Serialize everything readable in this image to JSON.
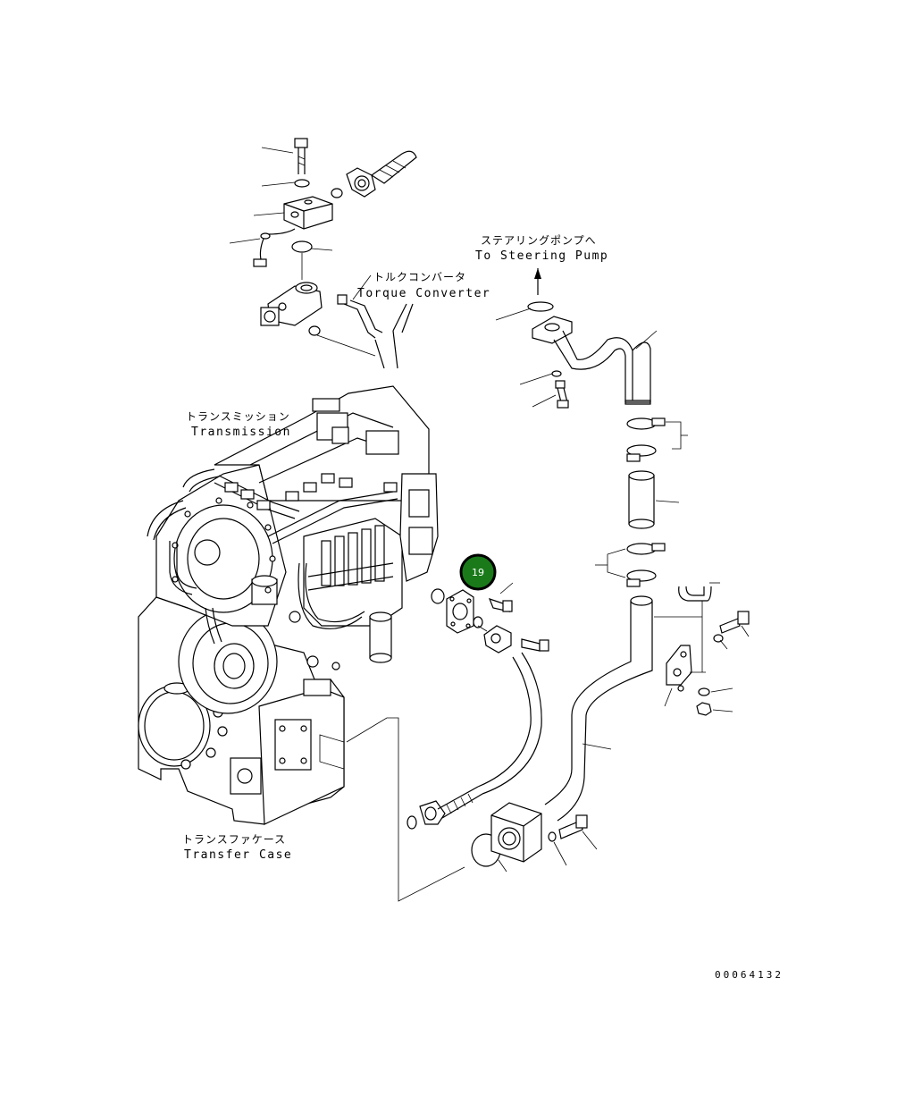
{
  "labels": {
    "steering_pump_jp": "ステアリングポンプへ",
    "steering_pump_en": "To Steering Pump",
    "torque_converter_jp": "トルクコンバータ",
    "torque_converter_en": "Torque Converter",
    "transmission_jp": "トランスミッション",
    "transmission_en": "Transmission",
    "transfer_case_jp": "トランスファケース",
    "transfer_case_en": "Transfer Case"
  },
  "callout": {
    "number": "19",
    "color": "#1a7a1a"
  },
  "drawing_code": "00064132"
}
